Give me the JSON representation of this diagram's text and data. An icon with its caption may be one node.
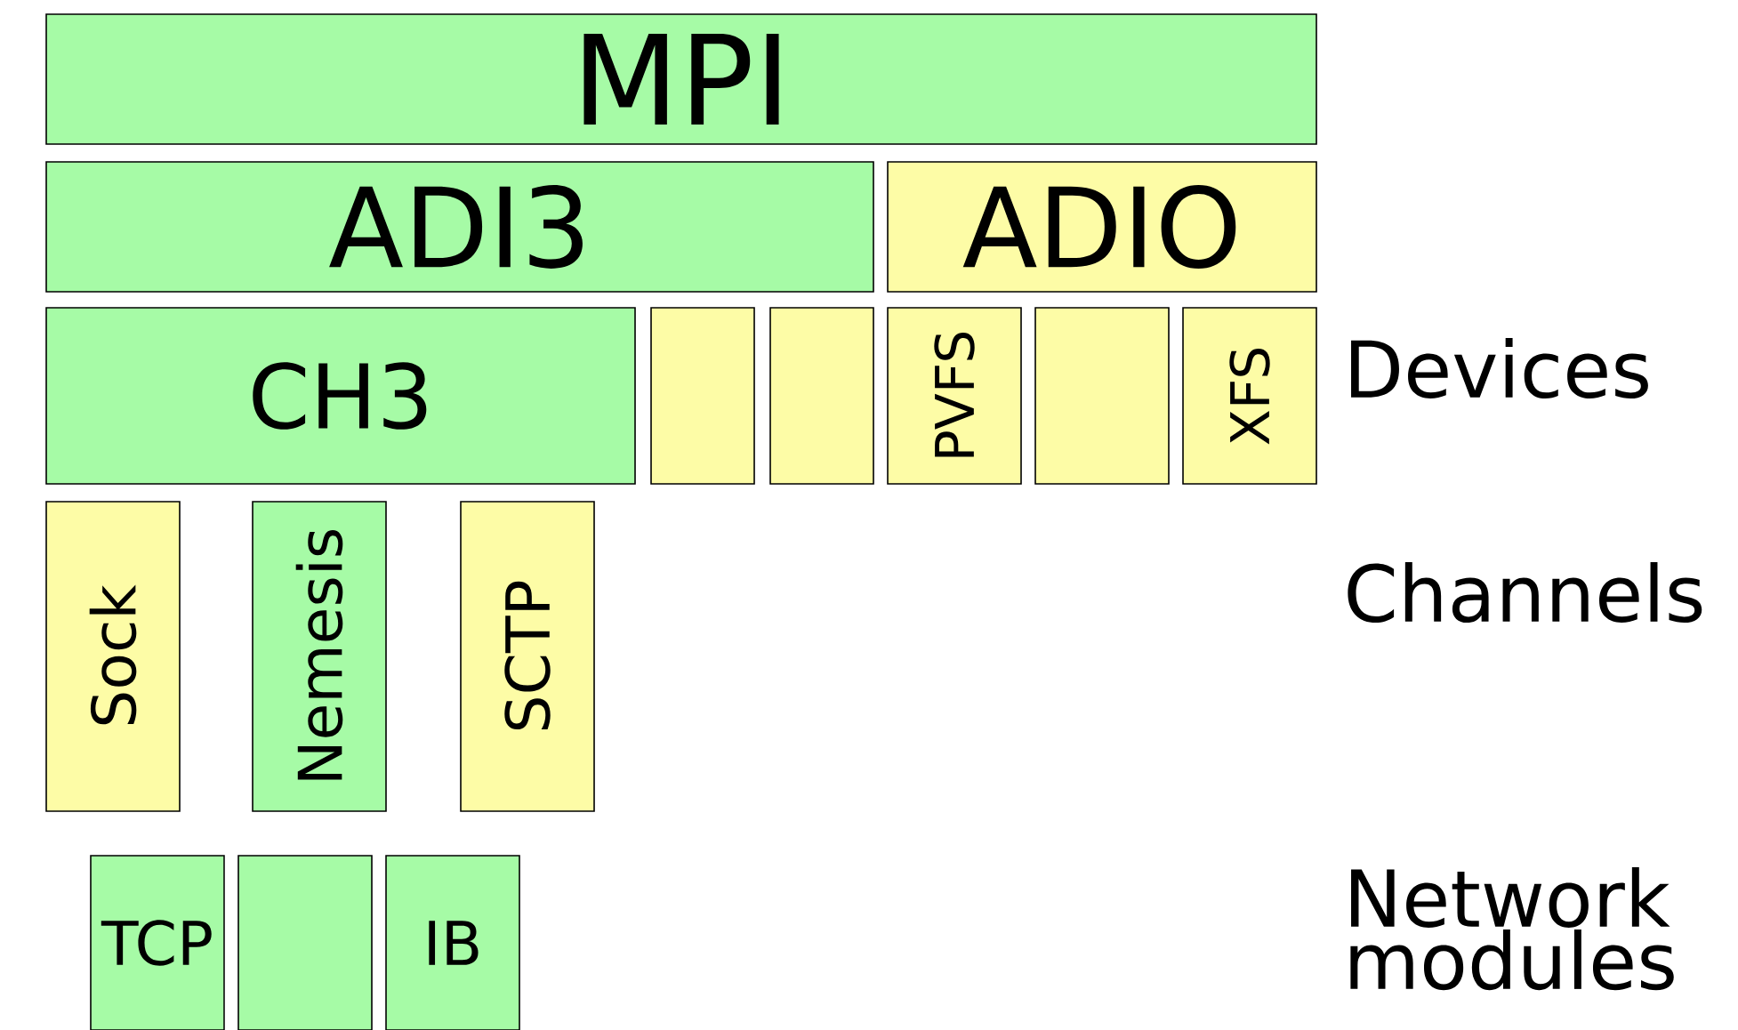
{
  "diagram": {
    "nodes": [
      {
        "text": [
          "MPI"
        ]
      },
      {
        "text": [
          "ADI3"
        ]
      },
      {
        "text": [
          "ADIO"
        ]
      },
      {
        "text": [
          "CH3"
        ]
      },
      {
        "text": [],
        "shape": "box"
      },
      {
        "text": [],
        "shape": "box"
      },
      {
        "text": [
          "PVFS"
        ]
      },
      {
        "text": [],
        "shape": "box"
      },
      {
        "text": [
          "XFS"
        ]
      },
      {
        "text": [
          "Sock"
        ]
      },
      {
        "text": [
          "Nemesis"
        ]
      },
      {
        "text": [
          "SCTP"
        ]
      },
      {
        "text": [
          "TCP"
        ]
      },
      {
        "text": [],
        "shape": "box"
      },
      {
        "text": [
          "IB"
        ]
      }
    ],
    "labels": [
      "Devices",
      "Channels",
      "Network modules"
    ]
  }
}
